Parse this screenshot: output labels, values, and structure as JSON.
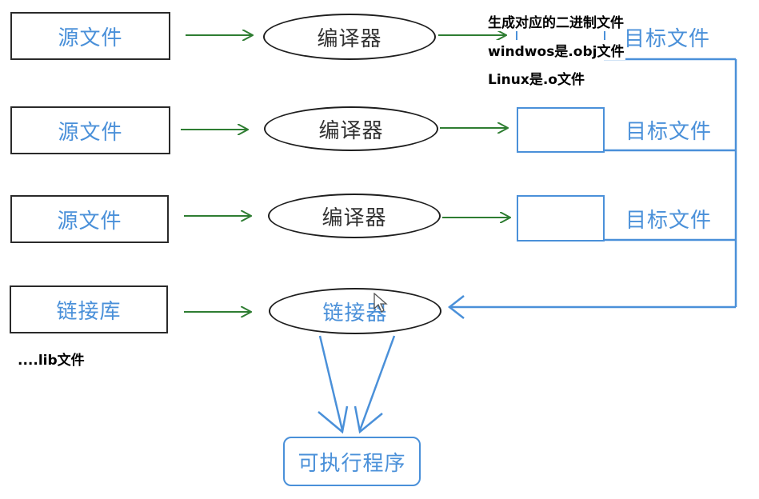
{
  "sources": [
    {
      "label": "源文件"
    },
    {
      "label": "源文件"
    },
    {
      "label": "源文件"
    }
  ],
  "library": {
    "label": "链接库",
    "note": "....lib文件"
  },
  "compiler_label": "编译器",
  "linker_label": "链接器",
  "target_label": "目标文件",
  "executable_label": "可执行程序",
  "annotation": {
    "line1": "生成对应的二进制文件",
    "line2": "windwos是.obj文件",
    "line3": "Linux是.o文件"
  },
  "colors": {
    "source_text": "#4a90d9",
    "arrow_green": "#2e7d32",
    "target_blue": "#4a90d9",
    "border_dark": "#2a2a2a"
  }
}
